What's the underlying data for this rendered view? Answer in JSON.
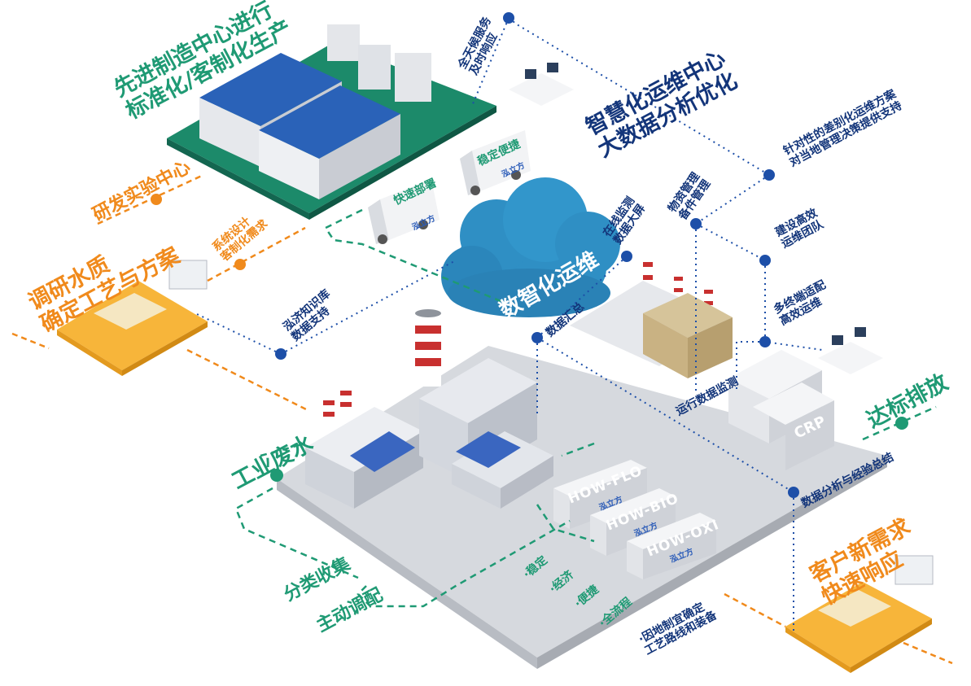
{
  "labels": {
    "advanced_mfg_1": "先进制造中心进行",
    "advanced_mfg_2": "标准化/客制化生产",
    "service_1": "全天候服务",
    "service_2": "及时响应",
    "smart_om_1": "智慧化运维中心",
    "smart_om_2": "大数据分析优化",
    "rnd": "研发实验中心",
    "fast_deploy": "快速部署",
    "stable": "稳定便捷",
    "plan_1": "针对性的差别化运维方案",
    "plan_2": "对当地管理决策提供支持",
    "research_1": "调研水质",
    "research_2": "确定工艺与方案",
    "system_1": "系统设计",
    "system_2": "客制化需求",
    "cloud": "数智化运维",
    "online_1": "在线监测",
    "online_2": "数据大屏",
    "material_1": "物资管理",
    "material_2": "备件管理",
    "team_1": "建设高效",
    "team_2": "运维团队",
    "knowledge_1": "泓济知识库",
    "knowledge_2": "数据支持",
    "data_sum": "数据汇总",
    "multi_1": "多终端适配",
    "multi_2": "高效运维",
    "run_monitor": "运行数据监测",
    "emission": "达标排放",
    "crp": "CRP",
    "wastewater": "工业废水",
    "analysis": "数据分析与经验总结",
    "flo": "HOW-FLO",
    "bio": "HOW-BIO",
    "oxi": "HOW-OXI",
    "brand": "泓立方",
    "new_demand_1": "客户新需求",
    "new_demand_2": "快速响应",
    "collect": "分类收集",
    "regulate": "主动调配",
    "f1": "·稳定",
    "f2": "·经济",
    "f3": "·便捷",
    "f4": "·全流程",
    "local_1": "·因地制宜确定",
    "local_2": "工艺路线和装备"
  },
  "colors": {
    "green": "#1f9a74",
    "navy": "#13357a",
    "orange": "#f08a1c",
    "dot": "#1d4fa8",
    "cloud": "#2f8fc4"
  }
}
